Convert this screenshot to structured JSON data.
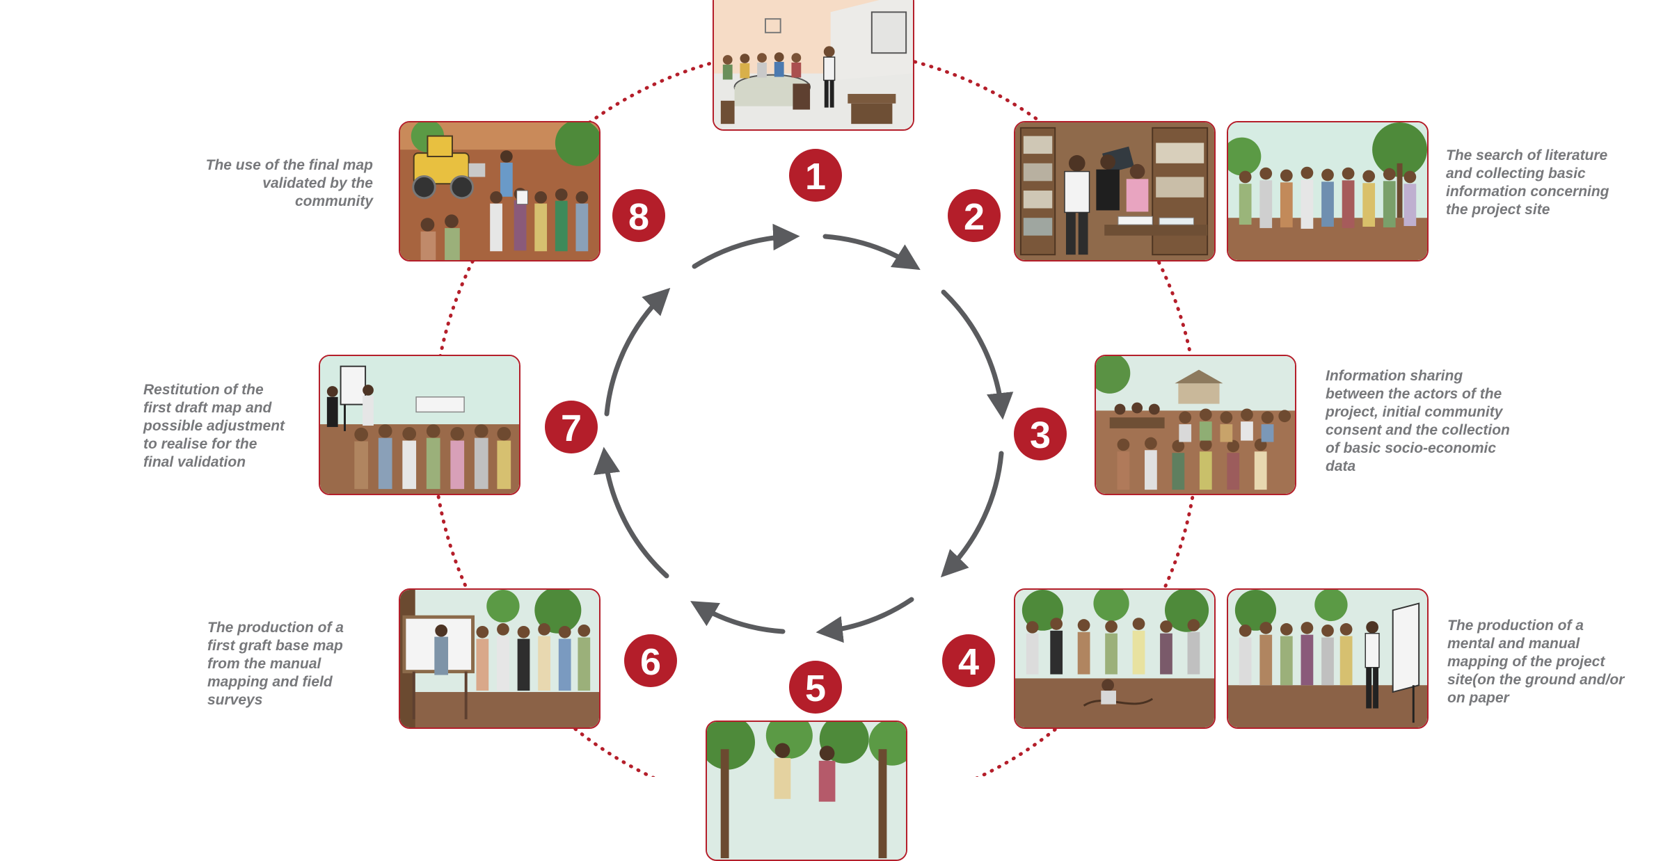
{
  "colors": {
    "accent": "#b41e2a",
    "arrow": "#5a5b5e",
    "caption": "#77787b"
  },
  "steps": [
    {
      "number": "1",
      "caption": ""
    },
    {
      "number": "2",
      "caption": "The search of literature\nand collecting basic\ninformation concerning\nthe project site"
    },
    {
      "number": "3",
      "caption": "Information sharing\nbetween the actors of the\nproject, initial community\nconsent and the collection\nof basic socio-economic\ndata"
    },
    {
      "number": "4",
      "caption": "The production of a\nmental and manual\nmapping of the project\nsite(on the ground and/or\non paper"
    },
    {
      "number": "5",
      "caption": ""
    },
    {
      "number": "6",
      "caption": "The production of a\nfirst graft base map\nfrom the manual\nmapping and field\nsurveys"
    },
    {
      "number": "7",
      "caption": " Restitution of the\nfirst draft map and\npossible adjustment\nto realise for the\nfinal validation"
    },
    {
      "number": "8",
      "caption": "The use of the final map\nvalidated by the\ncommunity"
    }
  ]
}
